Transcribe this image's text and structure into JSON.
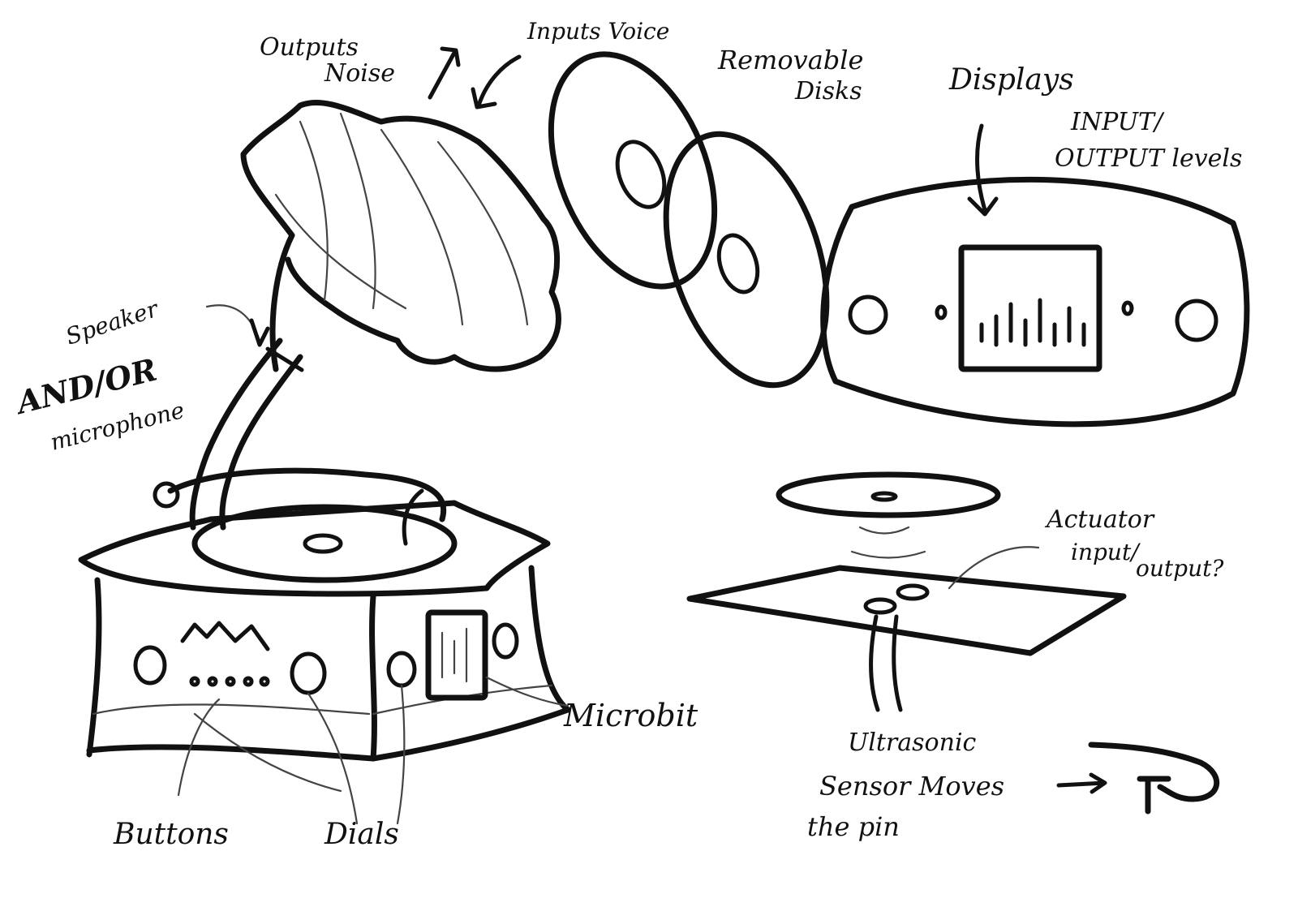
{
  "labels": {
    "outputs_noise": [
      "Outputs",
      "Noise"
    ],
    "inputs_voice": "Inputs Voice",
    "removable_disks": [
      "Removable",
      "Disks"
    ],
    "displays_levels": [
      "Displays",
      "INPUT/",
      "OUTPUT levels"
    ],
    "speaker_mic": [
      "Speaker",
      "AND/OR",
      "microphone"
    ],
    "actuator": [
      "Actuator",
      "input/",
      "output?"
    ],
    "microbit": "Microbit",
    "buttons": "Buttons",
    "dials": "Dials",
    "ultrasonic": [
      "Ultrasonic",
      "Sensor Moves",
      "the pin"
    ]
  },
  "icons": [
    "up-arrow",
    "down-arrow",
    "right-arrow",
    "level-bars"
  ],
  "colors": {
    "ink": "#111111",
    "paper": "#ffffff"
  }
}
